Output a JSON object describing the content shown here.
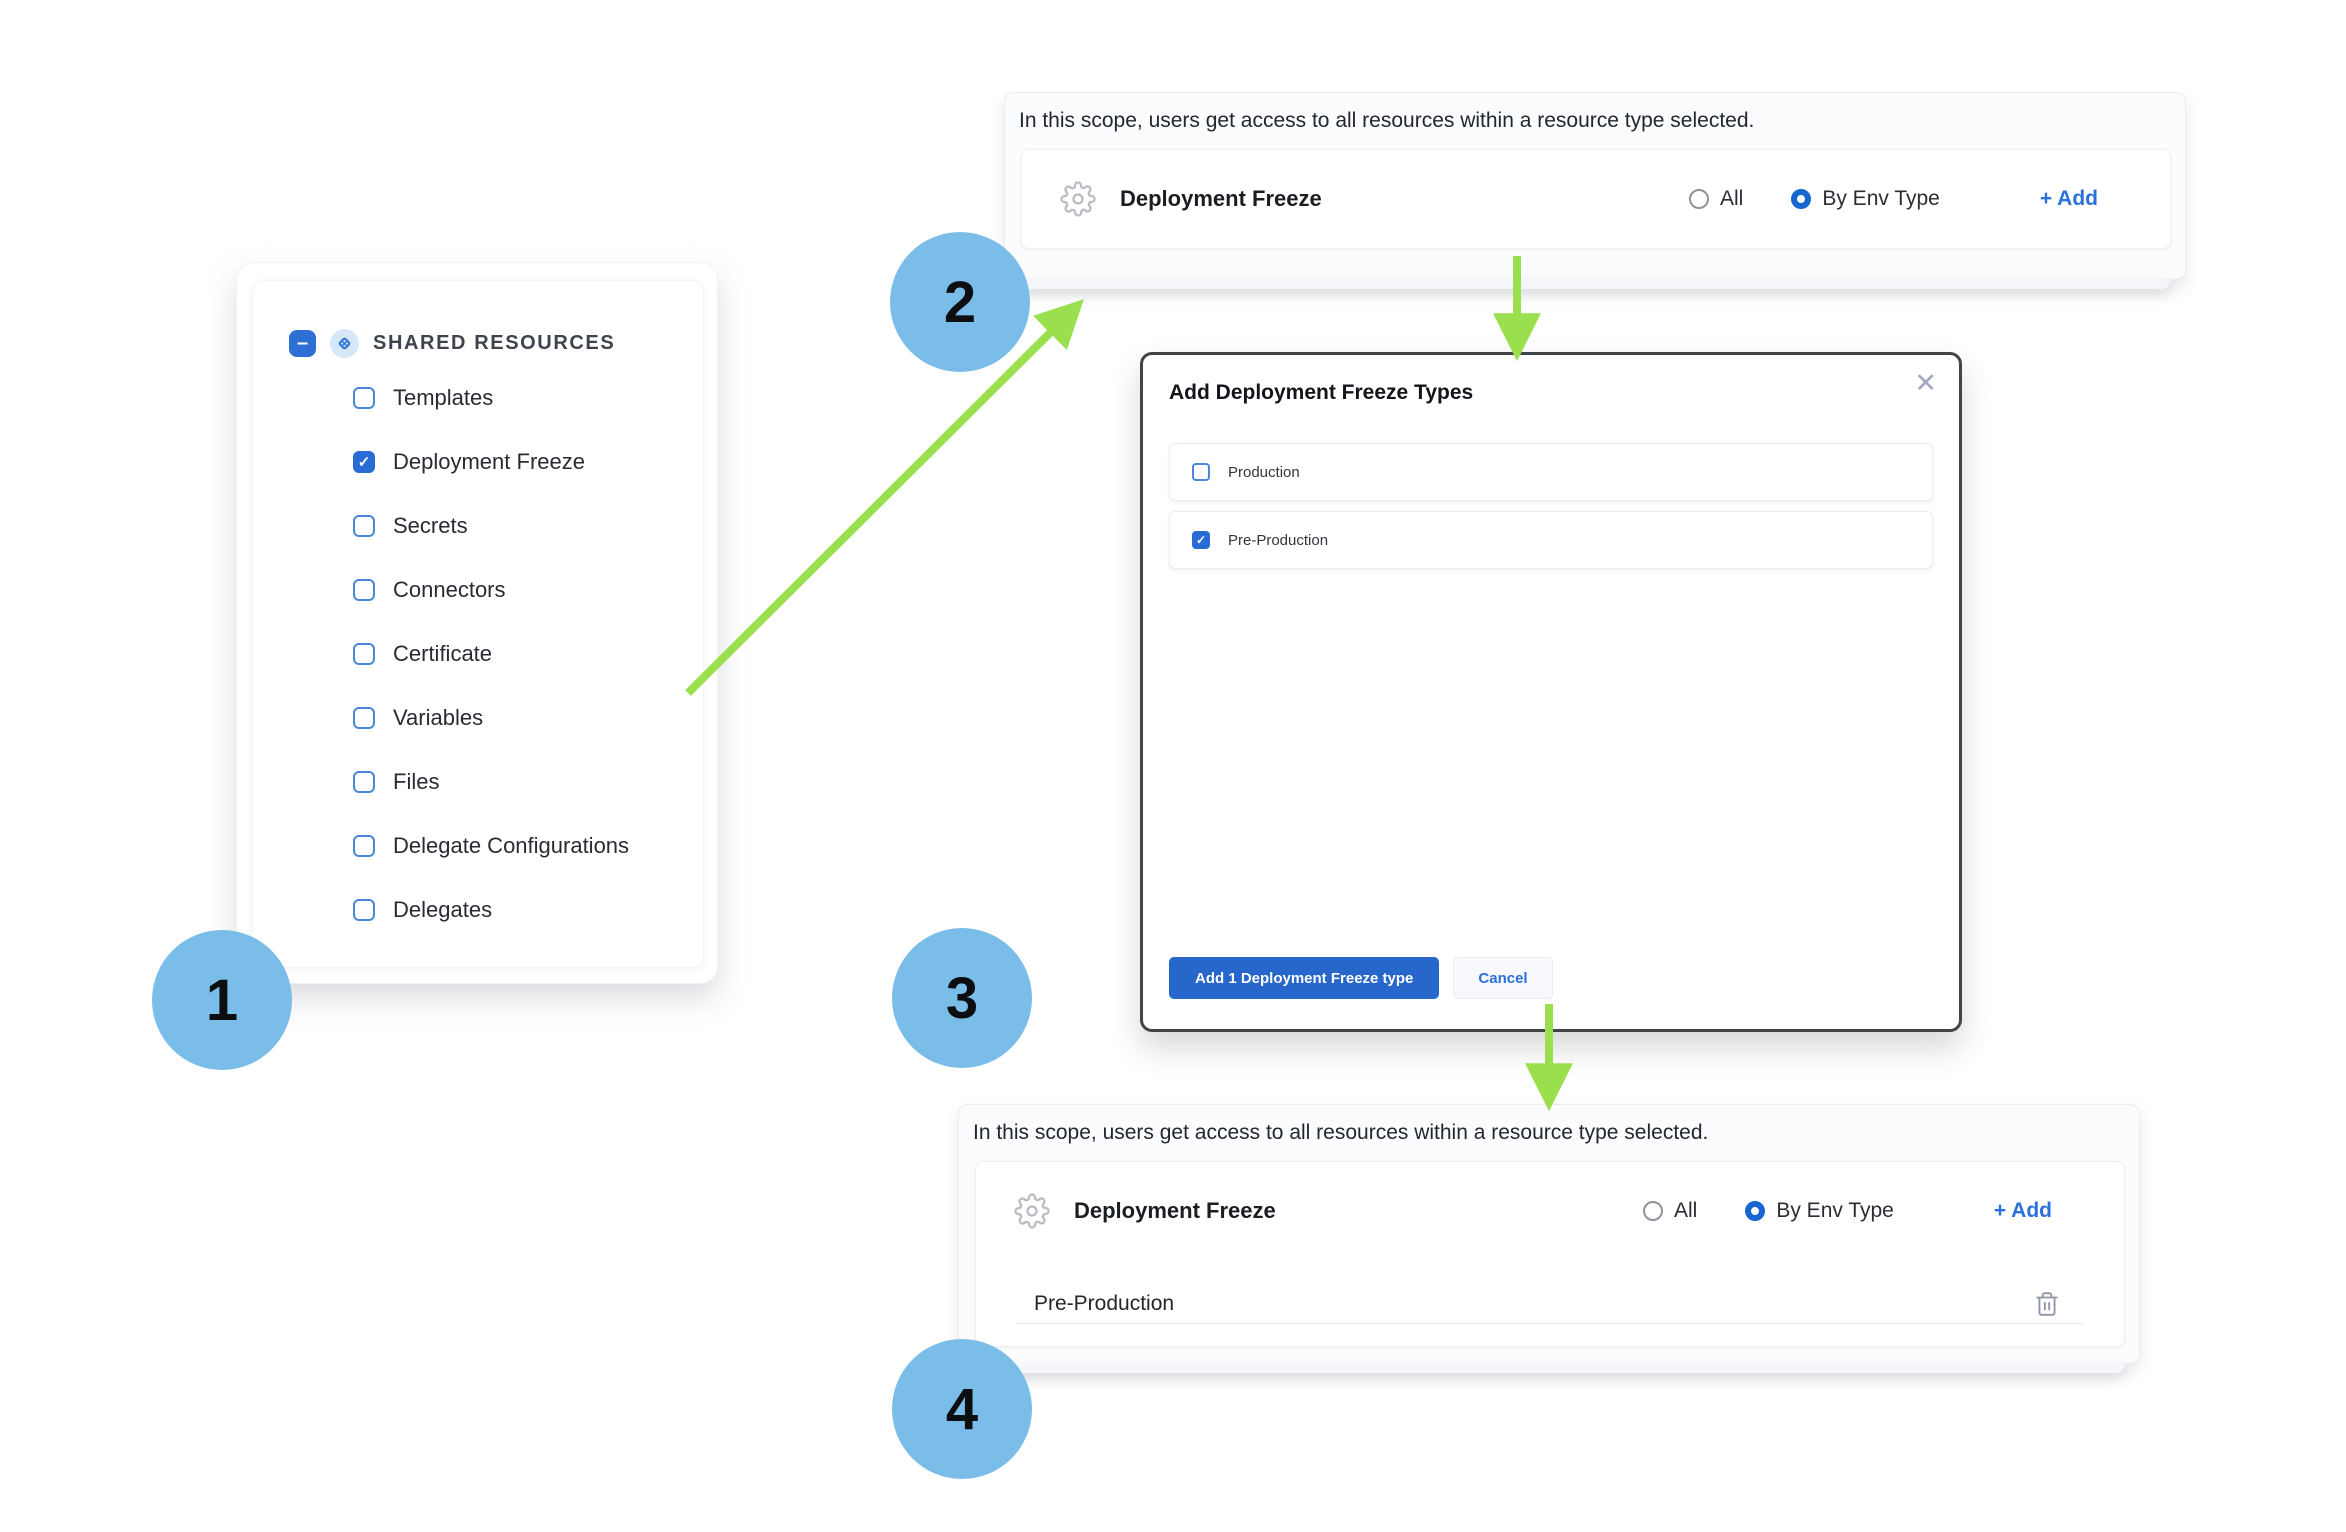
{
  "colors": {
    "accent_blue": "#2A6CD5",
    "radio_selected_blue": "#1766D1",
    "primary_button_blue": "#2766CA",
    "link_blue": "#2B71DC",
    "step_badge_blue": "#7BBDE9",
    "arrow_green": "#9ADF4E",
    "modal_border": "#404549",
    "panel_background": "#FBFCFE",
    "icon_grey": "#B8BCC2"
  },
  "icons": {
    "minus": "–",
    "check": "✓",
    "close": "✕",
    "gear": "gear-icon",
    "trash": "trash-icon",
    "shared_resources": "diamond-dots-icon"
  },
  "steps": [
    {
      "number": "1"
    },
    {
      "number": "2"
    },
    {
      "number": "3"
    },
    {
      "number": "4"
    }
  ],
  "sidebar": {
    "title": "SHARED RESOURCES",
    "items": [
      {
        "label": "Templates",
        "checked": false
      },
      {
        "label": "Deployment Freeze",
        "checked": true
      },
      {
        "label": "Secrets",
        "checked": false
      },
      {
        "label": "Connectors",
        "checked": false
      },
      {
        "label": "Certificate",
        "checked": false
      },
      {
        "label": "Variables",
        "checked": false
      },
      {
        "label": "Files",
        "checked": false
      },
      {
        "label": "Delegate Configurations",
        "checked": false
      },
      {
        "label": "Delegates",
        "checked": false
      }
    ]
  },
  "scope_panel_top": {
    "description": "In this scope, users get access to all resources within a resource type selected.",
    "resource_label": "Deployment Freeze",
    "options": [
      {
        "label": "All",
        "selected": false
      },
      {
        "label": "By Env Type",
        "selected": true
      }
    ],
    "add_label": "+ Add"
  },
  "modal": {
    "title": "Add Deployment Freeze Types",
    "options": [
      {
        "label": "Production",
        "checked": false
      },
      {
        "label": "Pre-Production",
        "checked": true
      }
    ],
    "primary_button": "Add 1 Deployment Freeze type",
    "cancel_button": "Cancel"
  },
  "scope_panel_bottom": {
    "description": "In this scope, users get access to all resources within a resource type selected.",
    "resource_label": "Deployment Freeze",
    "options": [
      {
        "label": "All",
        "selected": false
      },
      {
        "label": "By Env Type",
        "selected": true
      }
    ],
    "add_label": "+ Add",
    "selected_types": [
      {
        "label": "Pre-Production"
      }
    ]
  }
}
